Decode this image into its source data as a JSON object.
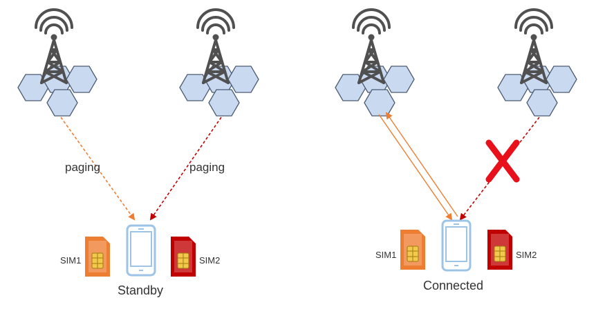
{
  "labels": {
    "paging_left": "paging",
    "paging_right": "paging",
    "sim1_left": "SIM1",
    "sim2_left": "SIM2",
    "sim1_right": "SIM1",
    "sim2_right": "SIM2",
    "state_standby": "Standby",
    "state_connected": "Connected"
  },
  "colors": {
    "cell_fill": "#c9d9f0",
    "cell_stroke": "#4a5a72",
    "tower": "#505050",
    "sim1": "#ed7d31",
    "sim2": "#c00000",
    "phone": "#9dc3e6",
    "chip": "#f2c94c",
    "cross": "#e8101a"
  },
  "icons": [
    "cell-tower-icon",
    "sim-card-icon",
    "smartphone-icon",
    "cross-icon"
  ]
}
